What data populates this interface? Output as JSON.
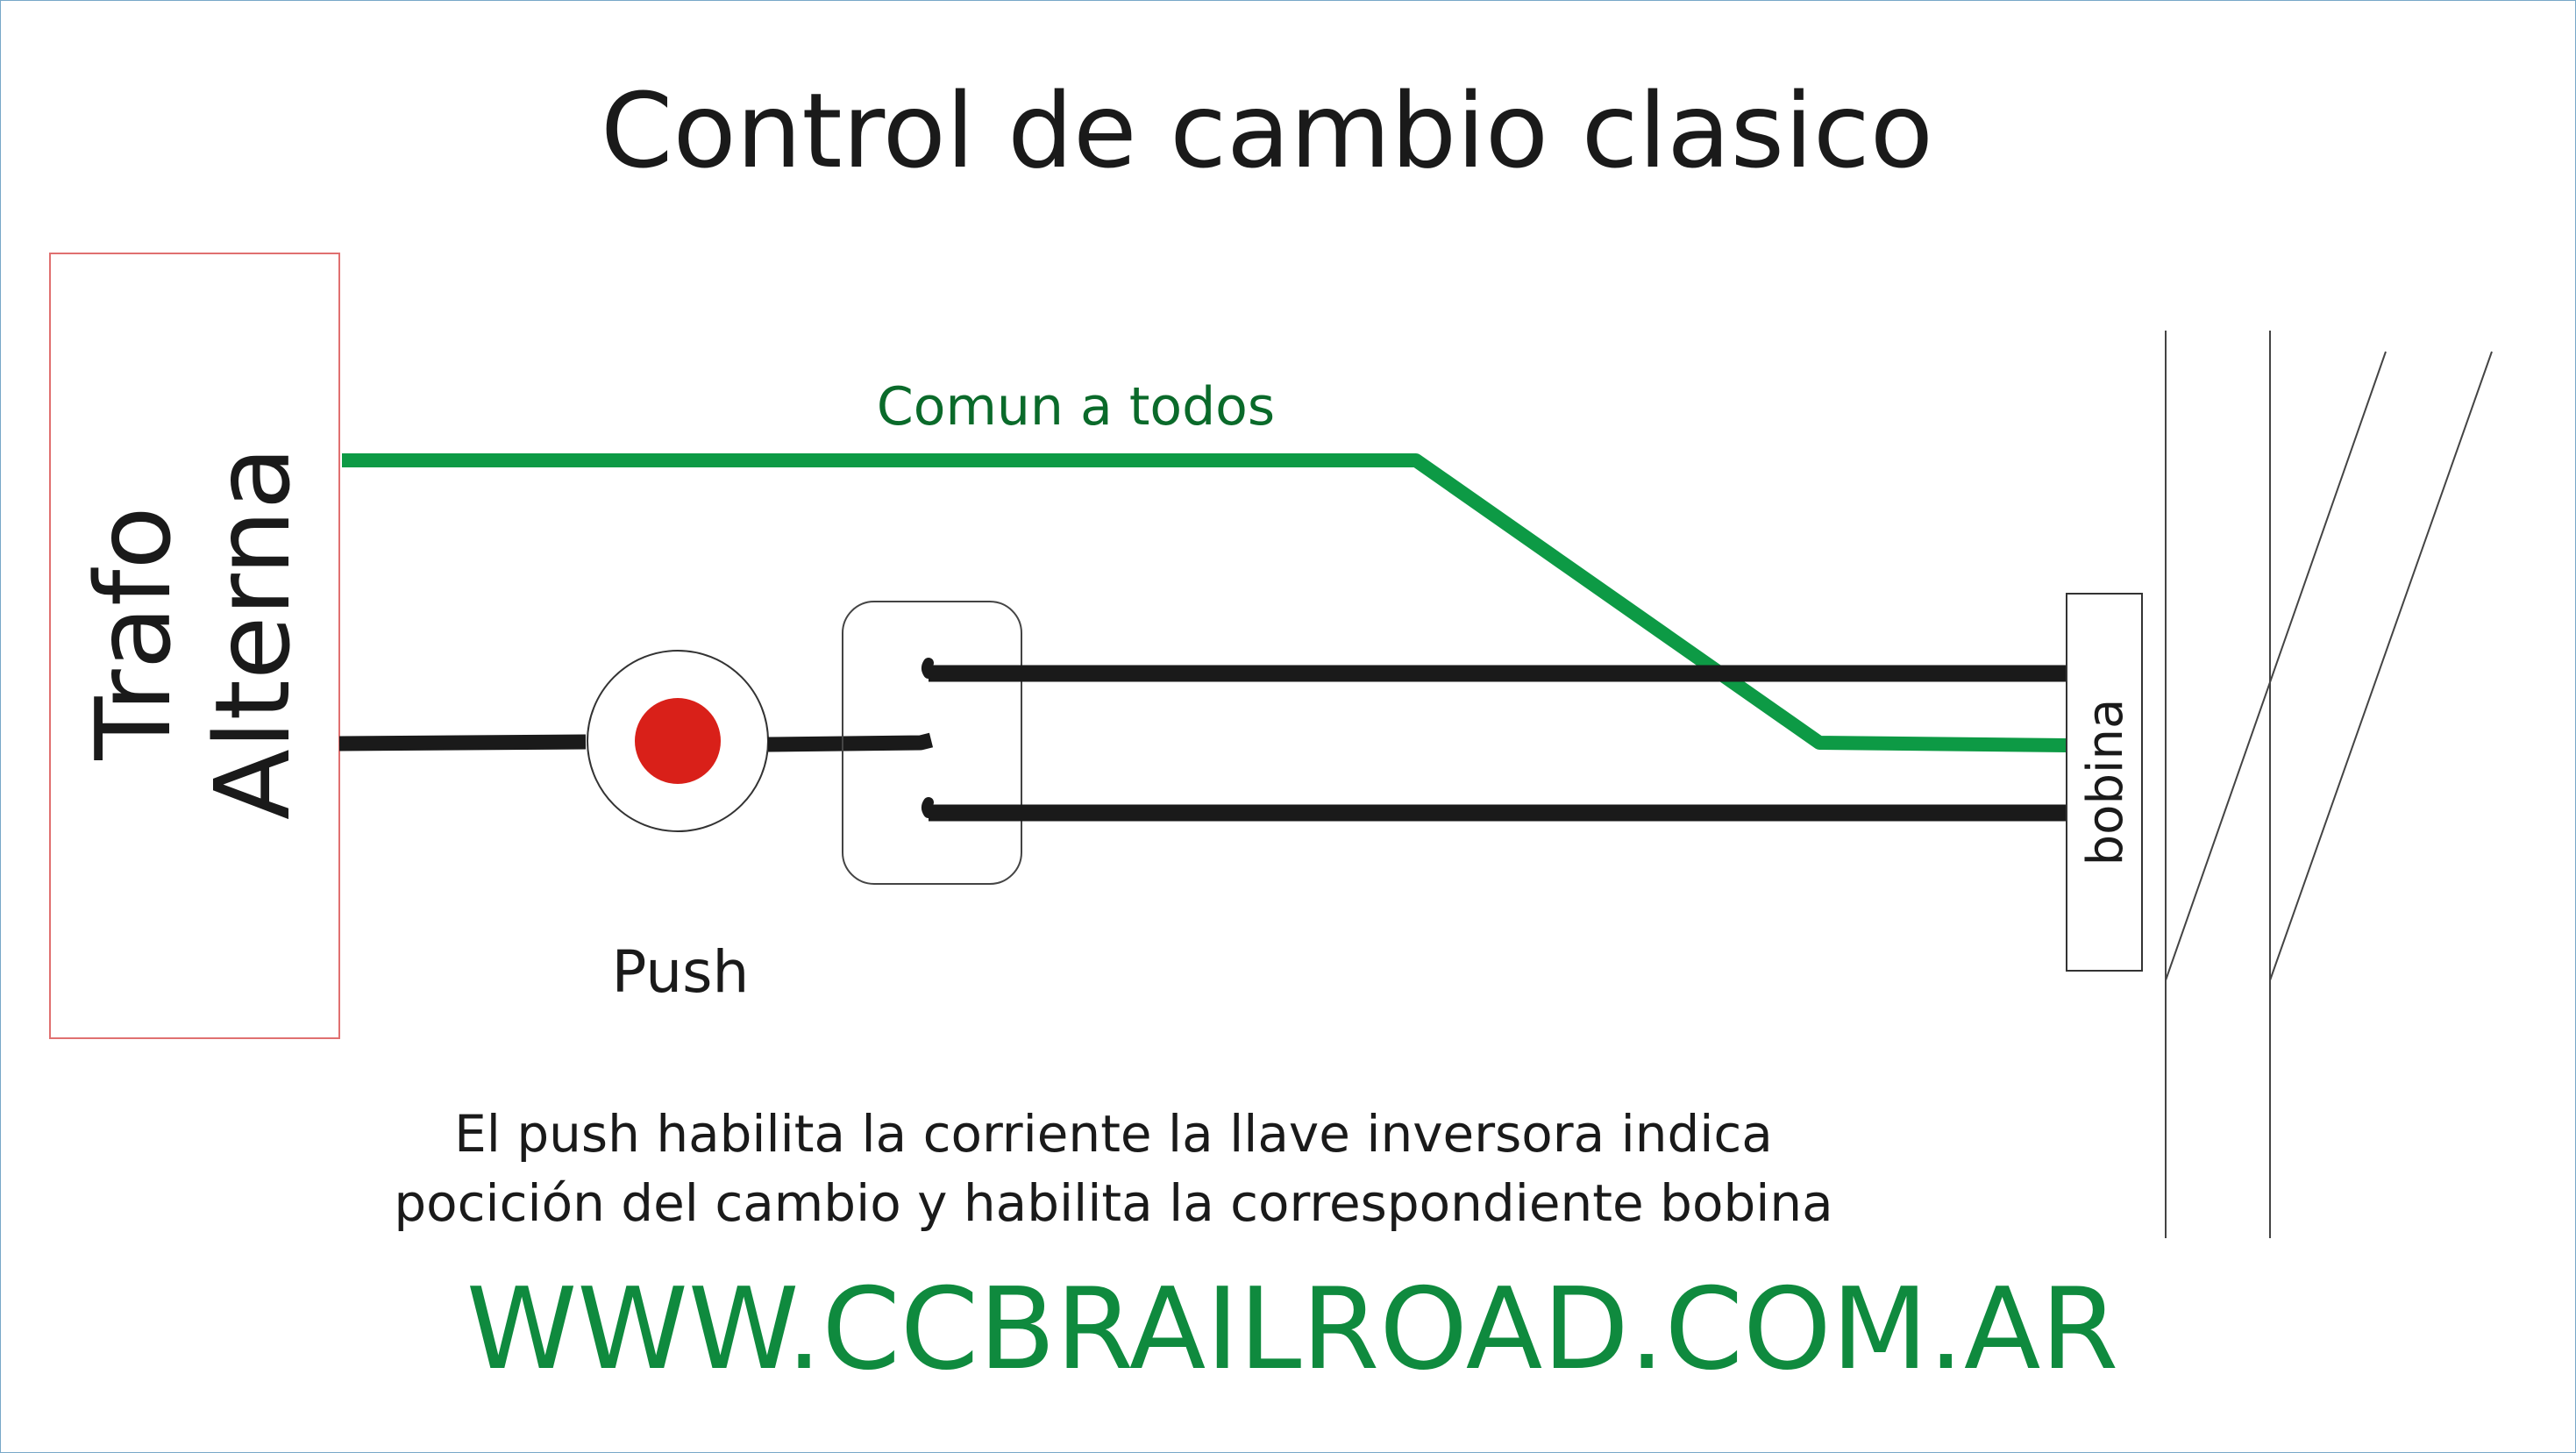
{
  "title": "Control de cambio clasico",
  "trafo": {
    "line1": "Trafo",
    "line2": "Alterna"
  },
  "labels": {
    "common_wire": "Comun a todos",
    "push": "Push",
    "coil": "bobina"
  },
  "description": {
    "line1": "El push habilita la corriente la llave inversora indica",
    "line2": "pocición del cambio y habilita la correspondiente bobina"
  },
  "website": "WWW.CCBRAILROAD.COM.AR",
  "colors": {
    "wire_common": "#0d9a45",
    "wire_black": "#1a1a1a",
    "button": "#d92019",
    "trafo_border": "#e07070",
    "website": "#0f8a3e"
  }
}
